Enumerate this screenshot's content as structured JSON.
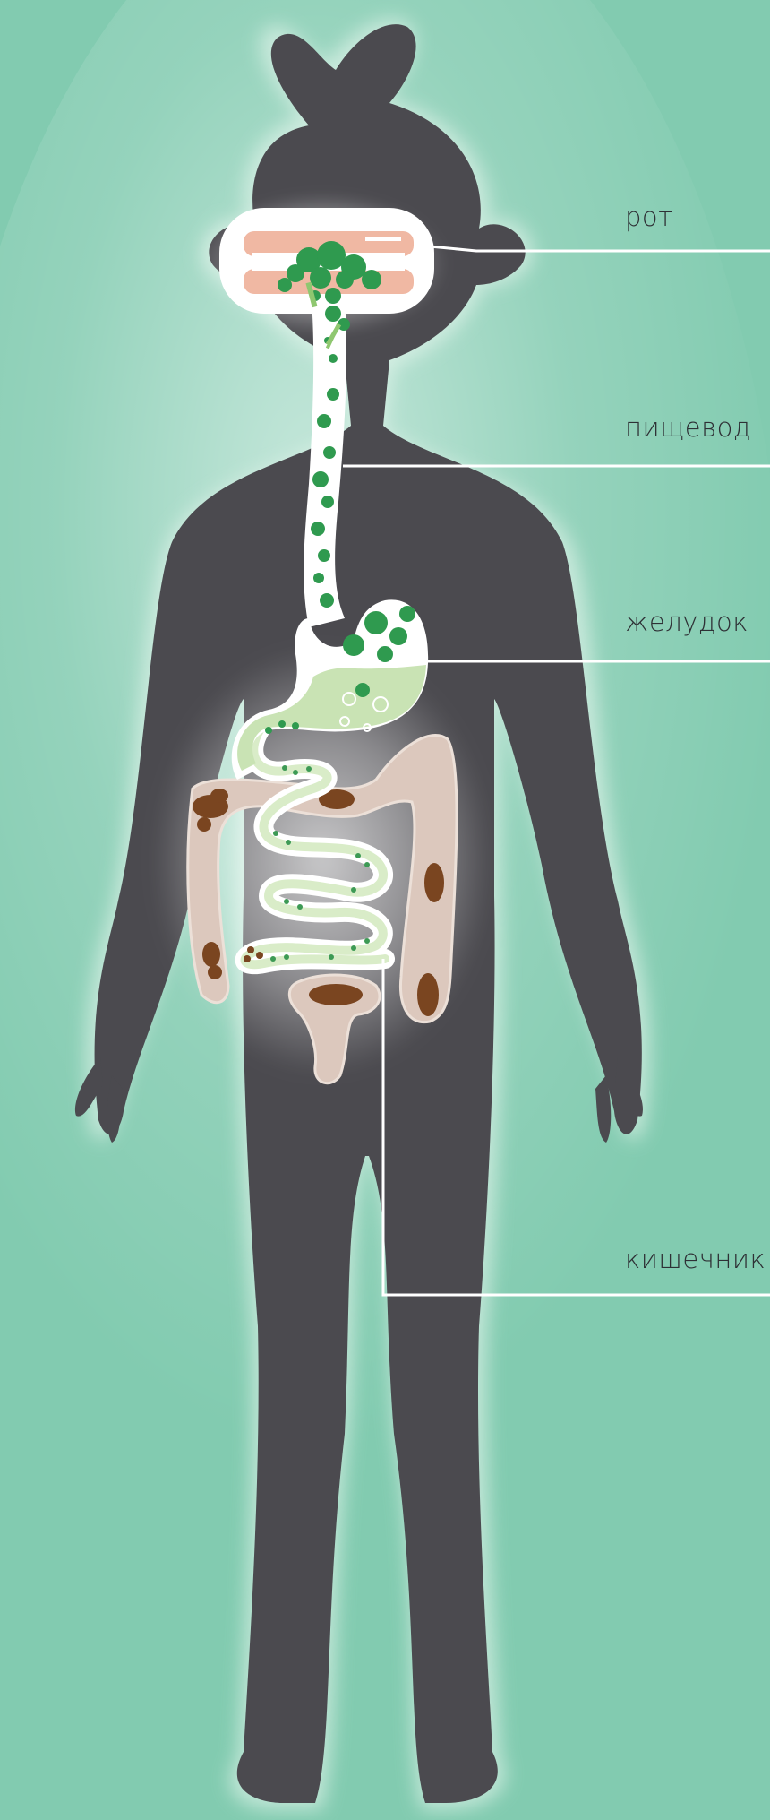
{
  "labels": {
    "mouth": "рот",
    "esophagus": "пищевод",
    "stomach": "желудок",
    "intestine": "кишечник"
  },
  "colors": {
    "background": "#82cbb0",
    "body_silhouette": "#4b4a4f",
    "glow": "#e6f5ee",
    "tract_white": "#ffffff",
    "food_green": "#2f9a4f",
    "stomach_fluid": "#c9e3b4",
    "large_intestine": "#dcc8bd",
    "waste_brown": "#7a4520",
    "lips_pink": "#f0b8a3",
    "leader_line": "#ffffff",
    "label_text": "#2e3035"
  }
}
